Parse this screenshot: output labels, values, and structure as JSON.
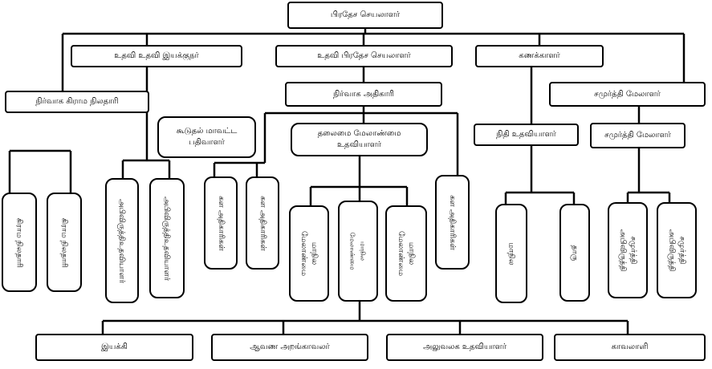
{
  "top": "பிரதேச செயலாளர்",
  "assistant_director": "உதவி உதவி இயக்குநர்",
  "assistant_secretary": "உதவி பிரதேச செயலாளர்",
  "accountant": "கணக்காளர்",
  "gn_admin": "நிர்வாக கிராம நிலதாரி",
  "admin_officer": "நிர்வாக அதிகாரி",
  "samurdhi_manager": "சமுர்த்தி மேலாளர்",
  "registrar": "கூடுதல் மாவட்ட\nபதிவாளர்",
  "head_mgmt": "தலைமை மேலாண்மை\nஉதவியாளர்",
  "finance_assistant": "நிதி உதவியாளர்",
  "samurdhi_manager_2": "சமுர்த்தி மேலாளர்",
  "gn_1": "கிராம நிலதாரி",
  "gn_2": "கிராம நிலதாரி",
  "dev_1": "அபிவிருத்திஉதவியாளர்",
  "dev_2": "அபிவிருத்திஉதவியாளர்",
  "field_1": "கள அதிகாரிகள்",
  "field_2": "கள அதிகாரிகள்",
  "mgmt_1": "மாநில\nமேலாண்மை",
  "mgmt_2": "மாநில\nமேலாண்மை",
  "mgmt_3": "மாநில\nமேலாண்மை",
  "field_3": "கள அதிகாரிகள்",
  "state": "மாநில",
  "dharu": "தாரு",
  "samurdhi_dev_1": "சமுர்த்தி\nஅபிவிருத்தி",
  "samurdhi_dev_2": "சமுர்த்தி\nஅபிவிருத்தி",
  "typist": "இயக்கி",
  "records": "ஆவண அறங்காவலர்",
  "office_assistant": "அலுவலக உதவியாளர்",
  "watchman": "காவலாளி"
}
